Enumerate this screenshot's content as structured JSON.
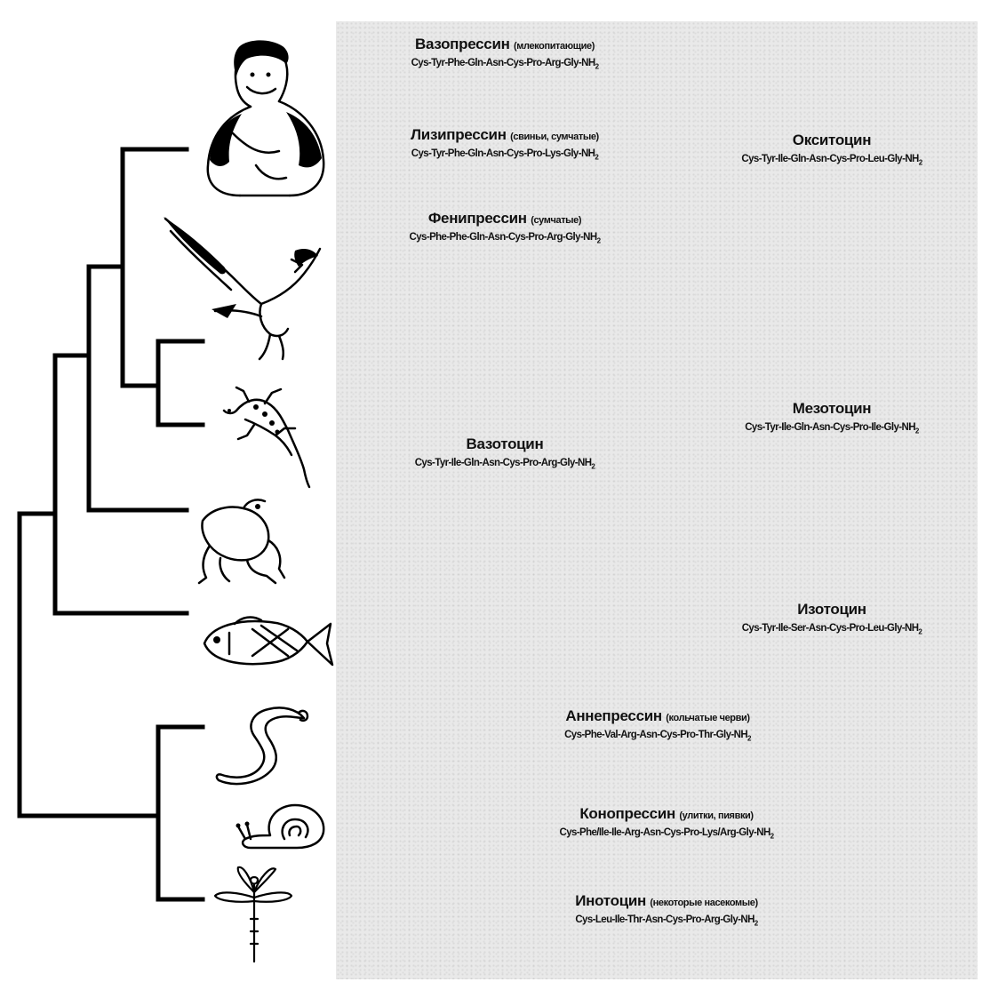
{
  "hormones": {
    "vasopressin": {
      "name": "Вазопрессин",
      "note": "(млекопитающие)",
      "seq": "Cys-Tyr-Phe-Gln-Asn-Cys-Pro-Arg-Gly-NH",
      "sub": "2"
    },
    "lysipressin": {
      "name": "Лизипрессин",
      "note": "(свиньи, сумчатые)",
      "seq": "Cys-Tyr-Phe-Gln-Asn-Cys-Pro-Lys-Gly-NH",
      "sub": "2"
    },
    "phenypressin": {
      "name": "Фенипрессин",
      "note": "(сумчатые)",
      "seq": "Cys-Phe-Phe-Gln-Asn-Cys-Pro-Arg-Gly-NH",
      "sub": "2"
    },
    "oxytocin": {
      "name": "Окситоцин",
      "seq": "Cys-Tyr-Ile-Gln-Asn-Cys-Pro-Leu-Gly-NH",
      "sub": "2"
    },
    "mesotocin": {
      "name": "Мезотоцин",
      "seq": "Cys-Tyr-Ile-Gln-Asn-Cys-Pro-Ile-Gly-NH",
      "sub": "2"
    },
    "vasotocin": {
      "name": "Вазотоцин",
      "seq": "Cys-Tyr-Ile-Gln-Asn-Cys-Pro-Arg-Gly-NH",
      "sub": "2"
    },
    "isotocin": {
      "name": "Изотоцин",
      "seq": "Cys-Tyr-Ile-Ser-Asn-Cys-Pro-Leu-Gly-NH",
      "sub": "2"
    },
    "annepressin": {
      "name": "Аннепрессин",
      "note": "(кольчатые черви)",
      "seq": "Cys-Phe-Val-Arg-Asn-Cys-Pro-Thr-Gly-NH",
      "sub": "2"
    },
    "conopressin": {
      "name": "Конопрессин",
      "note": "(улитки, пиявки)",
      "seq": "Cys-Phe/Ile-Ile-Arg-Asn-Cys-Pro-Lys/Arg-Gly-NH",
      "sub": "2"
    },
    "inotocin": {
      "name": "Инотоцин",
      "note": "(некоторые насекомые)",
      "seq": "Cys-Leu-Ile-Thr-Asn-Cys-Pro-Arg-Gly-NH",
      "sub": "2"
    }
  },
  "animals": [
    "gorilla-icon",
    "eagle-icon",
    "lizard-icon",
    "frog-icon",
    "fish-icon",
    "worm-icon",
    "snail-icon",
    "dragonfly-icon"
  ],
  "colors": {
    "line": "#000000",
    "panel": "#e9e9e9"
  }
}
